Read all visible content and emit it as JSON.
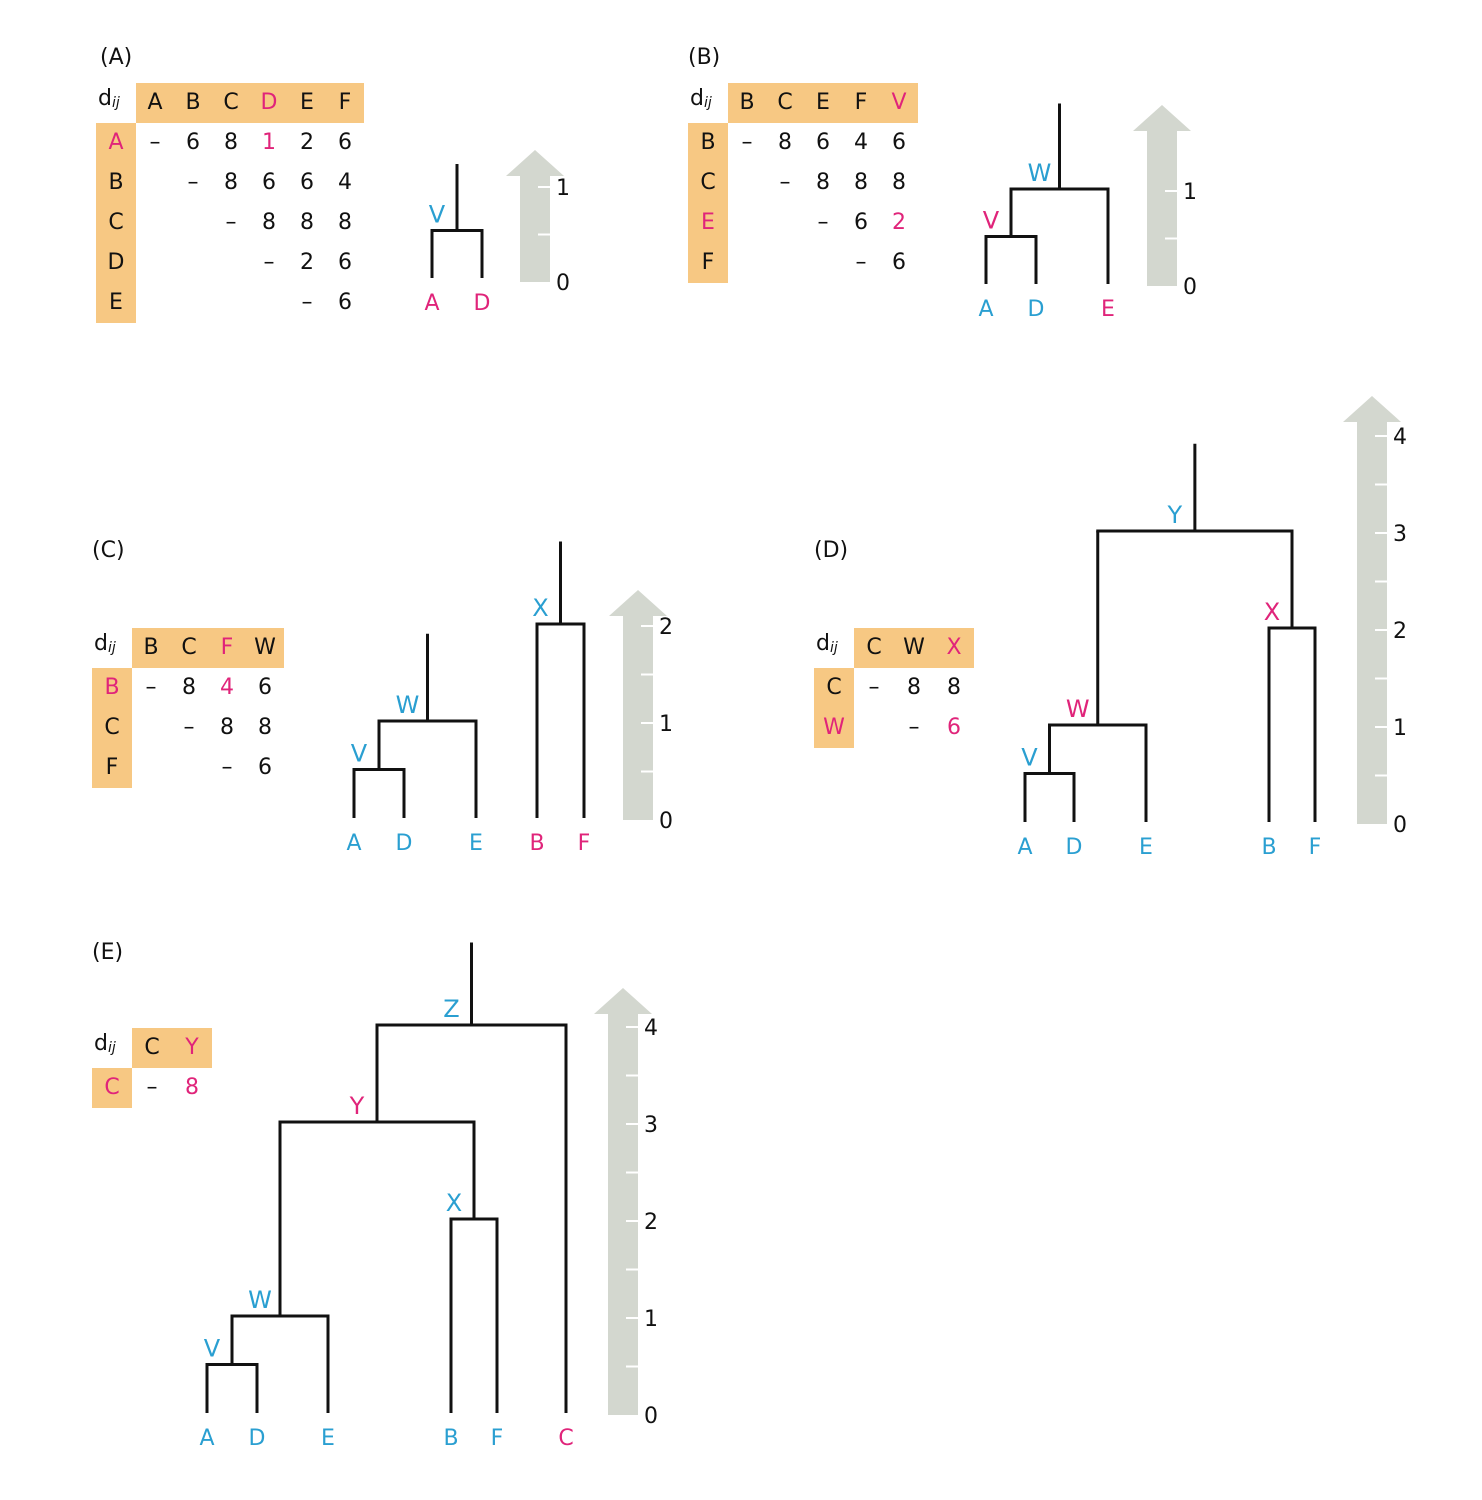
{
  "colors": {
    "pink": "#e0247a",
    "blue": "#2a9fd1",
    "black": "#111111",
    "matrix_bg": "#f7c883",
    "scale_bar": "#d3d7cf",
    "line": "#111111"
  },
  "matrix_corner_label": "d",
  "matrix_corner_subscript": "ij",
  "panels": [
    {
      "id": "A",
      "label": "(A)",
      "matrix": {
        "cols": [
          {
            "t": "A",
            "c": "black"
          },
          {
            "t": "B",
            "c": "black"
          },
          {
            "t": "C",
            "c": "black"
          },
          {
            "t": "D",
            "c": "pink"
          },
          {
            "t": "E",
            "c": "black"
          },
          {
            "t": "F",
            "c": "black"
          }
        ],
        "rows": [
          {
            "t": "A",
            "c": "pink"
          },
          {
            "t": "B",
            "c": "black"
          },
          {
            "t": "C",
            "c": "black"
          },
          {
            "t": "D",
            "c": "black"
          },
          {
            "t": "E",
            "c": "black"
          }
        ],
        "cells": [
          [
            {
              "t": "–",
              "c": "black"
            },
            {
              "t": "6",
              "c": "black"
            },
            {
              "t": "8",
              "c": "black"
            },
            {
              "t": "1",
              "c": "pink"
            },
            {
              "t": "2",
              "c": "black"
            },
            {
              "t": "6",
              "c": "black"
            }
          ],
          [
            null,
            {
              "t": "–",
              "c": "black"
            },
            {
              "t": "8",
              "c": "black"
            },
            {
              "t": "6",
              "c": "black"
            },
            {
              "t": "6",
              "c": "black"
            },
            {
              "t": "4",
              "c": "black"
            }
          ],
          [
            null,
            null,
            {
              "t": "–",
              "c": "black"
            },
            {
              "t": "8",
              "c": "black"
            },
            {
              "t": "8",
              "c": "black"
            },
            {
              "t": "8",
              "c": "black"
            }
          ],
          [
            null,
            null,
            null,
            {
              "t": "–",
              "c": "black"
            },
            {
              "t": "2",
              "c": "black"
            },
            {
              "t": "6",
              "c": "black"
            }
          ],
          [
            null,
            null,
            null,
            null,
            {
              "t": "–",
              "c": "black"
            },
            {
              "t": "6",
              "c": "black"
            }
          ]
        ]
      },
      "tree": {
        "leaves": [
          {
            "t": "A",
            "c": "pink"
          },
          {
            "t": "D",
            "c": "pink"
          }
        ],
        "nodes": [
          {
            "t": "V",
            "c": "blue",
            "height": 0.5,
            "children": [
              "A",
              "D"
            ]
          }
        ],
        "root": "V",
        "root_top": 1.2
      },
      "scale": {
        "max": 1,
        "ticks": [
          0,
          1
        ],
        "tick_labels": [
          "0",
          "1"
        ]
      }
    },
    {
      "id": "B",
      "label": "(B)",
      "matrix": {
        "cols": [
          {
            "t": "B",
            "c": "black"
          },
          {
            "t": "C",
            "c": "black"
          },
          {
            "t": "E",
            "c": "black"
          },
          {
            "t": "F",
            "c": "black"
          },
          {
            "t": "V",
            "c": "pink"
          }
        ],
        "rows": [
          {
            "t": "B",
            "c": "black"
          },
          {
            "t": "C",
            "c": "black"
          },
          {
            "t": "E",
            "c": "pink"
          },
          {
            "t": "F",
            "c": "black"
          }
        ],
        "cells": [
          [
            {
              "t": "–",
              "c": "black"
            },
            {
              "t": "8",
              "c": "black"
            },
            {
              "t": "6",
              "c": "black"
            },
            {
              "t": "4",
              "c": "black"
            },
            {
              "t": "6",
              "c": "black"
            }
          ],
          [
            null,
            {
              "t": "–",
              "c": "black"
            },
            {
              "t": "8",
              "c": "black"
            },
            {
              "t": "8",
              "c": "black"
            },
            {
              "t": "8",
              "c": "black"
            }
          ],
          [
            null,
            null,
            {
              "t": "–",
              "c": "black"
            },
            {
              "t": "6",
              "c": "black"
            },
            {
              "t": "2",
              "c": "pink"
            }
          ],
          [
            null,
            null,
            null,
            {
              "t": "–",
              "c": "black"
            },
            {
              "t": "6",
              "c": "black"
            }
          ]
        ]
      },
      "tree": {
        "leaves": [
          {
            "t": "A",
            "c": "blue"
          },
          {
            "t": "D",
            "c": "blue"
          },
          {
            "t": "E",
            "c": "pink"
          }
        ],
        "nodes": [
          {
            "t": "V",
            "c": "pink",
            "height": 0.5,
            "children": [
              "A",
              "D"
            ]
          },
          {
            "t": "W",
            "c": "blue",
            "height": 1.0,
            "children": [
              "V",
              "E"
            ]
          }
        ],
        "root": "W",
        "root_top": 1.9
      },
      "scale": {
        "max": 1,
        "ticks": [
          0,
          1
        ],
        "tick_labels": [
          "0",
          "1"
        ]
      }
    },
    {
      "id": "C",
      "label": "(C)",
      "matrix": {
        "cols": [
          {
            "t": "B",
            "c": "black"
          },
          {
            "t": "C",
            "c": "black"
          },
          {
            "t": "F",
            "c": "pink"
          },
          {
            "t": "W",
            "c": "black"
          }
        ],
        "rows": [
          {
            "t": "B",
            "c": "pink"
          },
          {
            "t": "C",
            "c": "black"
          },
          {
            "t": "F",
            "c": "black"
          }
        ],
        "cells": [
          [
            {
              "t": "–",
              "c": "black"
            },
            {
              "t": "8",
              "c": "black"
            },
            {
              "t": "4",
              "c": "pink"
            },
            {
              "t": "6",
              "c": "black"
            }
          ],
          [
            null,
            {
              "t": "–",
              "c": "black"
            },
            {
              "t": "8",
              "c": "black"
            },
            {
              "t": "8",
              "c": "black"
            }
          ],
          [
            null,
            null,
            {
              "t": "–",
              "c": "black"
            },
            {
              "t": "6",
              "c": "black"
            }
          ]
        ]
      },
      "tree": {
        "leaves": [
          {
            "t": "A",
            "c": "blue"
          },
          {
            "t": "D",
            "c": "blue"
          },
          {
            "t": "E",
            "c": "blue"
          },
          {
            "t": "B",
            "c": "pink"
          },
          {
            "t": "F",
            "c": "pink"
          }
        ],
        "nodes": [
          {
            "t": "V",
            "c": "blue",
            "height": 0.5,
            "children": [
              "A",
              "D"
            ]
          },
          {
            "t": "W",
            "c": "blue",
            "height": 1.0,
            "children": [
              "V",
              "E"
            ]
          },
          {
            "t": "X",
            "c": "blue",
            "height": 2.0,
            "children": [
              "B",
              "F"
            ]
          }
        ],
        "roots": [
          {
            "node": "W",
            "top": 1.9
          },
          {
            "node": "X",
            "top": 2.85
          }
        ]
      },
      "scale": {
        "max": 2,
        "ticks": [
          0,
          1,
          2
        ],
        "tick_labels": [
          "0",
          "1",
          "2"
        ]
      }
    },
    {
      "id": "D",
      "label": "(D)",
      "matrix": {
        "cols": [
          {
            "t": "C",
            "c": "black"
          },
          {
            "t": "W",
            "c": "black"
          },
          {
            "t": "X",
            "c": "pink"
          }
        ],
        "rows": [
          {
            "t": "C",
            "c": "black"
          },
          {
            "t": "W",
            "c": "pink"
          }
        ],
        "cells": [
          [
            {
              "t": "–",
              "c": "black"
            },
            {
              "t": "8",
              "c": "black"
            },
            {
              "t": "8",
              "c": "black"
            }
          ],
          [
            null,
            {
              "t": "–",
              "c": "black"
            },
            {
              "t": "6",
              "c": "pink"
            }
          ]
        ]
      },
      "tree": {
        "leaves": [
          {
            "t": "A",
            "c": "blue"
          },
          {
            "t": "D",
            "c": "blue"
          },
          {
            "t": "E",
            "c": "blue"
          },
          {
            "t": "B",
            "c": "blue"
          },
          {
            "t": "F",
            "c": "blue"
          }
        ],
        "nodes": [
          {
            "t": "V",
            "c": "blue",
            "height": 0.5,
            "children": [
              "A",
              "D"
            ]
          },
          {
            "t": "W",
            "c": "pink",
            "height": 1.0,
            "children": [
              "V",
              "E"
            ]
          },
          {
            "t": "X",
            "c": "pink",
            "height": 2.0,
            "children": [
              "B",
              "F"
            ]
          },
          {
            "t": "Y",
            "c": "blue",
            "height": 3.0,
            "children": [
              "W",
              "X"
            ]
          }
        ],
        "root": "Y",
        "root_top": 3.9
      },
      "scale": {
        "max": 4,
        "ticks": [
          0,
          1,
          2,
          3,
          4
        ],
        "tick_labels": [
          "0",
          "1",
          "2",
          "3",
          "4"
        ]
      }
    },
    {
      "id": "E",
      "label": "(E)",
      "matrix": {
        "cols": [
          {
            "t": "C",
            "c": "black"
          },
          {
            "t": "Y",
            "c": "pink"
          }
        ],
        "rows": [
          {
            "t": "C",
            "c": "pink"
          }
        ],
        "cells": [
          [
            {
              "t": "–",
              "c": "black"
            },
            {
              "t": "8",
              "c": "pink"
            }
          ]
        ]
      },
      "tree": {
        "leaves": [
          {
            "t": "A",
            "c": "blue"
          },
          {
            "t": "D",
            "c": "blue"
          },
          {
            "t": "E",
            "c": "blue"
          },
          {
            "t": "B",
            "c": "blue"
          },
          {
            "t": "F",
            "c": "blue"
          },
          {
            "t": "C",
            "c": "pink"
          }
        ],
        "nodes": [
          {
            "t": "V",
            "c": "blue",
            "height": 0.5,
            "children": [
              "A",
              "D"
            ]
          },
          {
            "t": "W",
            "c": "blue",
            "height": 1.0,
            "children": [
              "V",
              "E"
            ]
          },
          {
            "t": "X",
            "c": "blue",
            "height": 2.0,
            "children": [
              "B",
              "F"
            ]
          },
          {
            "t": "Y",
            "c": "pink",
            "height": 3.0,
            "children": [
              "W",
              "X"
            ]
          },
          {
            "t": "Z",
            "c": "blue",
            "height": 4.0,
            "children": [
              "Y",
              "C"
            ]
          }
        ],
        "root": "Z",
        "root_top": 4.85
      },
      "scale": {
        "max": 4,
        "ticks": [
          0,
          1,
          2,
          3,
          4
        ],
        "tick_labels": [
          "0",
          "1",
          "2",
          "3",
          "4"
        ]
      }
    }
  ]
}
